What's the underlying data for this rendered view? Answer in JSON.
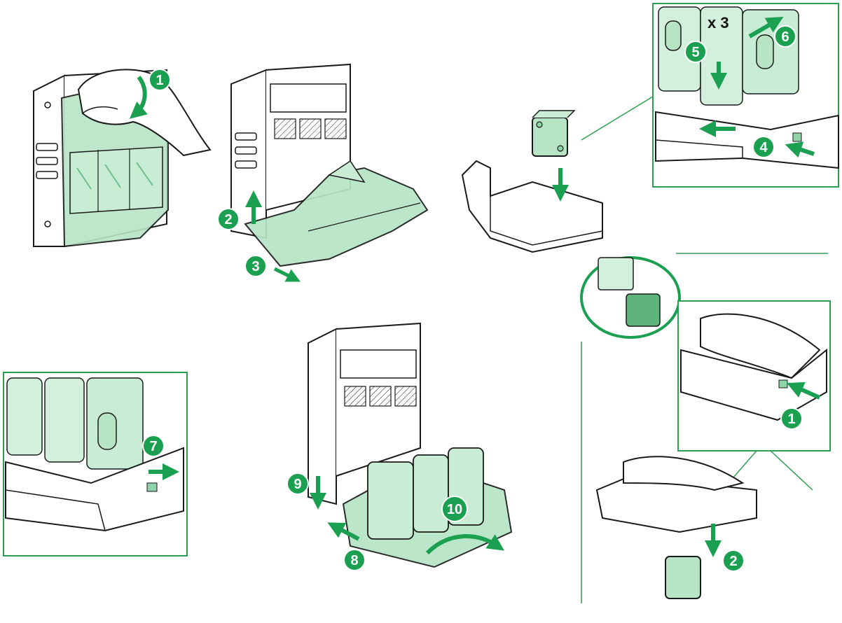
{
  "colors": {
    "accent": "#1aa050",
    "fill_light": "#b7e4c5",
    "fill_mid": "#8fd3a8",
    "line": "#1a1a1a",
    "frame": "#2e9e52"
  },
  "steps_main": [
    "1",
    "2",
    "3",
    "4",
    "5",
    "6",
    "7",
    "8",
    "9",
    "10"
  ],
  "steps_side": [
    "1",
    "2"
  ],
  "multiplier": "x 3",
  "icons": [
    "arrow-icon",
    "hand-icon",
    "rotate-cube-icon",
    "screw-icon"
  ]
}
